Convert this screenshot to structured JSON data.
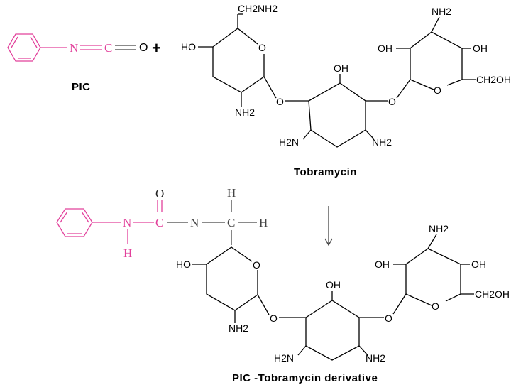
{
  "reagent": {
    "name": "PIC",
    "n": "N",
    "c": "C",
    "o": "O",
    "plus": "+"
  },
  "tobramycin": {
    "name": "Tobramycin",
    "ch2nh2": "CH2NH2",
    "ho_left": "HO",
    "o_ring_left": "O",
    "nh2_left": "NH2",
    "o_link_left": "O",
    "oh_center": "OH",
    "o_link_right": "O",
    "h2n_center": "H2N",
    "nh2_center": "NH2",
    "nh2_right_top": "NH2",
    "oh_right_a": "OH",
    "oh_right_b": "OH",
    "o_ring_right": "O",
    "ch2oh": "CH2OH"
  },
  "product": {
    "name": "PIC -Tobramycin derivative",
    "o_carbonyl": "O",
    "n_amide": "N",
    "h_amide": "H",
    "c_carbonyl": "C",
    "n_link": "N",
    "c_methylene": "C",
    "h_top": "H",
    "h_right": "H",
    "ho_left": "HO",
    "o_ring_left": "O",
    "nh2_left": "NH2",
    "o_link_left": "O",
    "oh_center": "OH",
    "o_link_right": "O",
    "h2n_center": "H2N",
    "nh2_center": "NH2",
    "nh2_right_top": "NH2",
    "oh_right_a": "OH",
    "oh_right_b": "OH",
    "o_ring_right": "O",
    "ch2oh": "CH2OH"
  },
  "colors": {
    "reagent": "#e2409b",
    "bonds": "#000000",
    "linker": "#444444"
  }
}
